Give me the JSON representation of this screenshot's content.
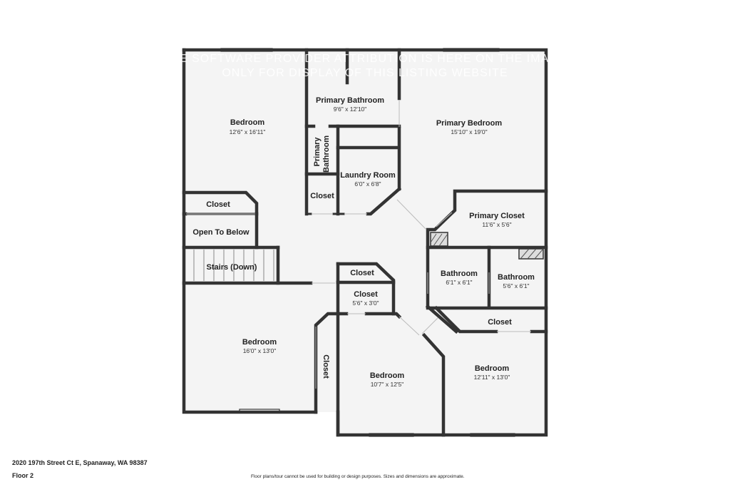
{
  "rooms": {
    "bedroom_nw": {
      "name": "Bedroom",
      "dim": "12'6\" x 16'11\""
    },
    "primary_bathroom": {
      "name": "Primary Bathroom",
      "dim": "9'6\" x 12'10\""
    },
    "primary_bathroom_small": {
      "name_line1": "Primary",
      "name_line2": "Bathroom"
    },
    "laundry": {
      "name": "Laundry Room",
      "dim": "6'0\" x 6'8\""
    },
    "closet_laundry": {
      "name": "Closet"
    },
    "primary_bedroom": {
      "name": "Primary Bedroom",
      "dim": "15'10\" x 19'0\""
    },
    "closet_nw": {
      "name": "Closet"
    },
    "open_to_below": {
      "name": "Open To Below"
    },
    "stairs": {
      "name": "Stairs (Down)"
    },
    "primary_closet": {
      "name": "Primary Closet",
      "dim": "11'6\" x 5'6\""
    },
    "bathroom_a": {
      "name": "Bathroom",
      "dim": "6'1\" x 6'1\""
    },
    "bathroom_b": {
      "name": "Bathroom",
      "dim": "5'6\" x 6'1\""
    },
    "closet_hall_small": {
      "name": "Closet"
    },
    "closet_hall": {
      "name": "Closet",
      "dim": "5'6\" x 3'0\""
    },
    "closet_se": {
      "name": "Closet"
    },
    "bedroom_sw": {
      "name": "Bedroom",
      "dim": "16'0\" x 13'0\""
    },
    "closet_sw": {
      "name": "Closet"
    },
    "bedroom_s": {
      "name": "Bedroom",
      "dim": "10'7\" x 12'5\""
    },
    "bedroom_se": {
      "name": "Bedroom",
      "dim": "12'11\" x 13'0\""
    }
  },
  "watermark": {
    "line1": "THE SOFTWARE PROVIDER ATTRIBUTION IS HERE ON THE IMAGE",
    "line2": "ONLY FOR DISPLAY OF THIS LISTING WEBSITE"
  },
  "footer": {
    "address": "2020 197th Street Ct E, Spanaway, WA 98387",
    "floor": "Floor 2",
    "disclaimer": "Floor plans/tour cannot be used for building or design purposes. Sizes and dimensions are approximate."
  }
}
